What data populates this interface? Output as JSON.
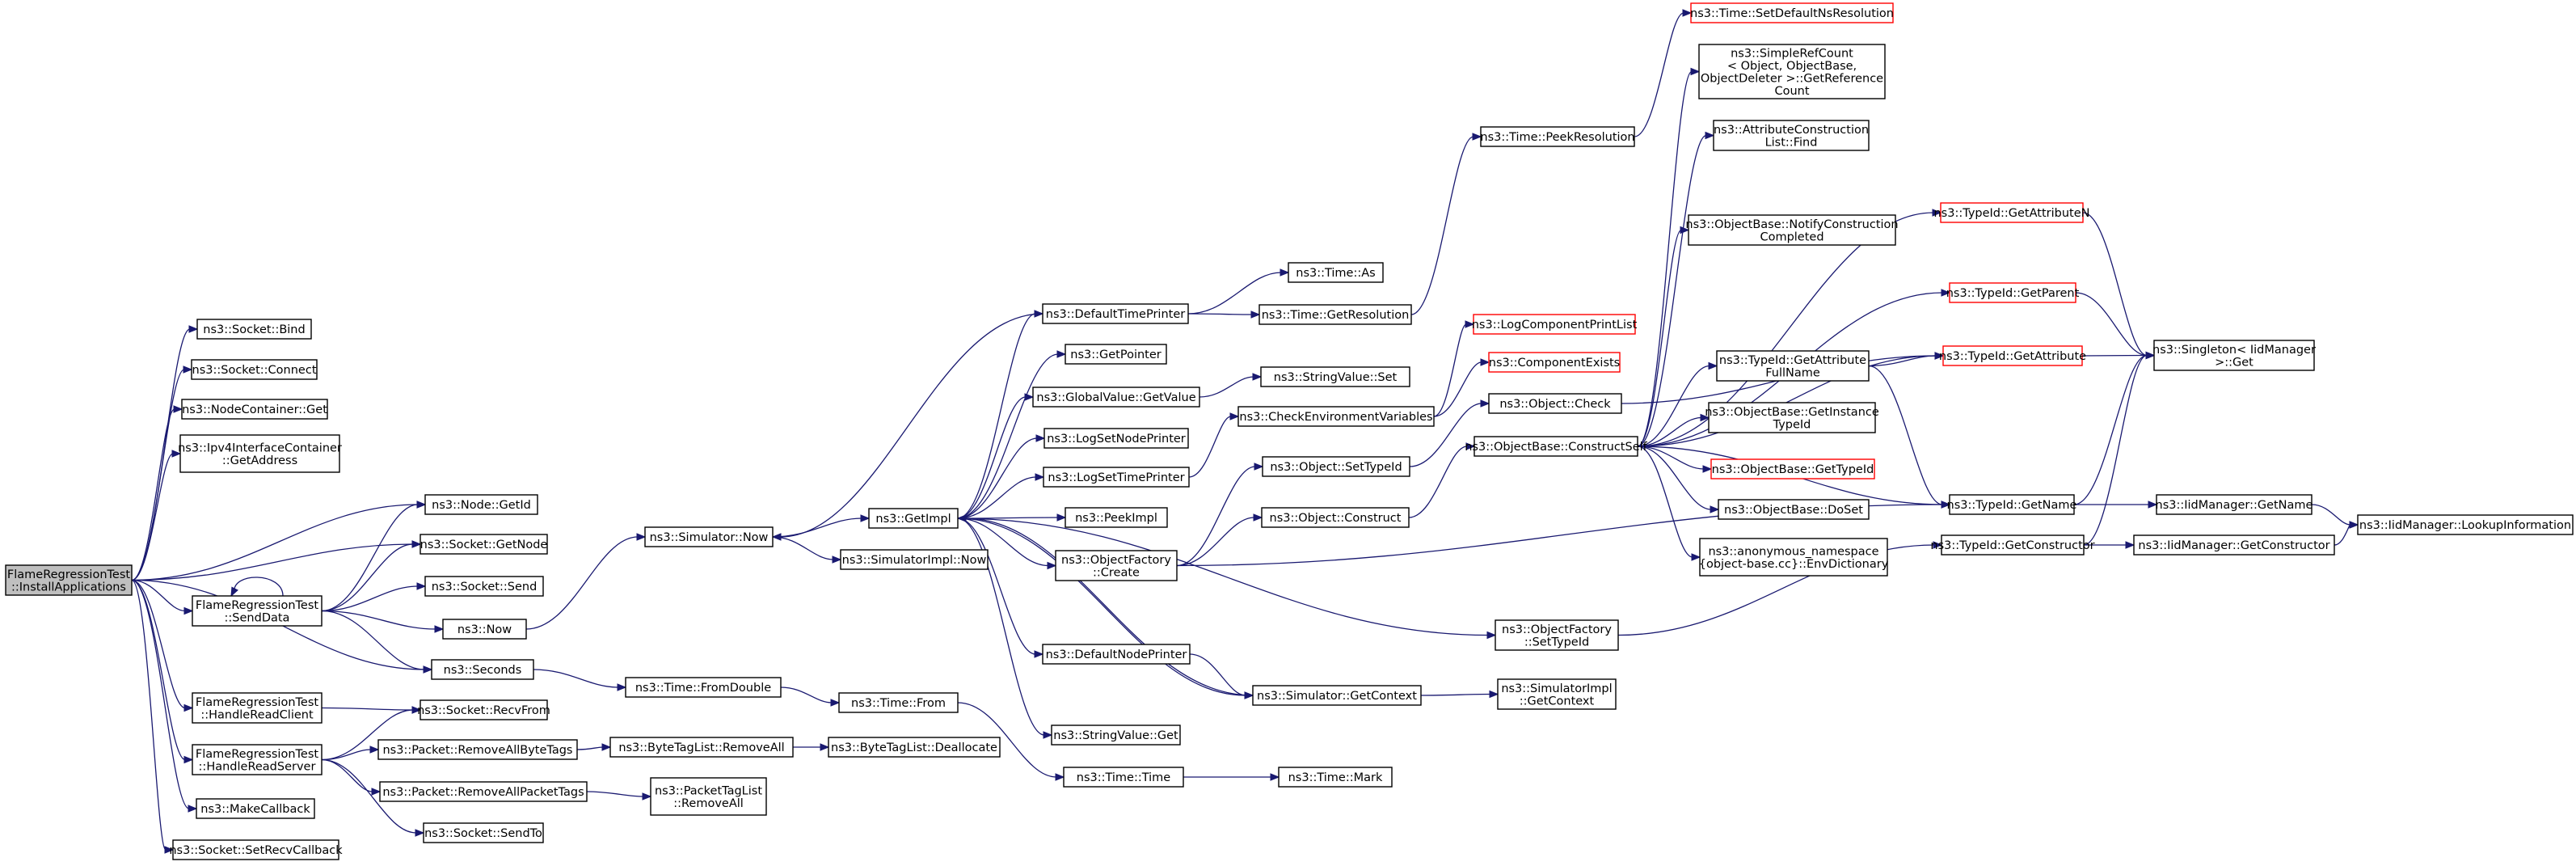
{
  "colors": {
    "edge": "#191970",
    "root_fill": "#bfbfbf",
    "node_border": "#000000",
    "truncated_border": "#ff0000"
  },
  "nodes": {
    "root": [
      "FlameRegressionTest",
      "::InstallApplications"
    ],
    "bind": [
      "ns3::Socket::Bind"
    ],
    "connect": [
      "ns3::Socket::Connect"
    ],
    "nc_get": [
      "ns3::NodeContainer::Get"
    ],
    "ipv4_get": [
      "ns3::Ipv4InterfaceContainer",
      "::GetAddress"
    ],
    "node_getid": [
      "ns3::Node::GetId"
    ],
    "sock_getnode": [
      "ns3::Socket::GetNode"
    ],
    "sock_send": [
      "ns3::Socket::Send"
    ],
    "senddata": [
      "FlameRegressionTest",
      "::SendData"
    ],
    "now": [
      "ns3::Now"
    ],
    "seconds": [
      "ns3::Seconds"
    ],
    "readclient": [
      "FlameRegressionTest",
      "::HandleReadClient"
    ],
    "recvfrom": [
      "ns3::Socket::RecvFrom"
    ],
    "readserver": [
      "FlameRegressionTest",
      "::HandleReadServer"
    ],
    "rm_bytetags": [
      "ns3::Packet::RemoveAllByteTags"
    ],
    "rm_packettags": [
      "ns3::Packet::RemoveAllPacketTags"
    ],
    "makecallback": [
      "ns3::MakeCallback"
    ],
    "sendto": [
      "ns3::Socket::SendTo"
    ],
    "setrecvcb": [
      "ns3::Socket::SetRecvCallback"
    ],
    "sim_now": [
      "ns3::Simulator::Now"
    ],
    "fromdouble": [
      "ns3::Time::FromDouble"
    ],
    "btl_removeall": [
      "ns3::ByteTagList::RemoveAll"
    ],
    "ptl_removeall": [
      "ns3::PacketTagList",
      "::RemoveAll"
    ],
    "getimpl": [
      "ns3::GetImpl"
    ],
    "simimpl_now": [
      "ns3::SimulatorImpl::Now"
    ],
    "time_from": [
      "ns3::Time::From"
    ],
    "btl_dealloc": [
      "ns3::ByteTagList::Deallocate"
    ],
    "time_time": [
      "ns3::Time::Time"
    ],
    "defaulttimeprinter": [
      "ns3::DefaultTimePrinter"
    ],
    "getpointer": [
      "ns3::GetPointer"
    ],
    "gv_getvalue": [
      "ns3::GlobalValue::GetValue"
    ],
    "logsetnodeprinter": [
      "ns3::LogSetNodePrinter"
    ],
    "logsettimeprinter": [
      "ns3::LogSetTimePrinter"
    ],
    "peekimpl": [
      "ns3::PeekImpl"
    ],
    "of_create": [
      "ns3::ObjectFactory",
      "::Create"
    ],
    "defaultnodeprinter": [
      "ns3::DefaultNodePrinter"
    ],
    "sv_get": [
      "ns3::StringValue::Get"
    ],
    "time_as": [
      "ns3::Time::As"
    ],
    "time_getres": [
      "ns3::Time::GetResolution"
    ],
    "time_mark": [
      "ns3::Time::Mark"
    ],
    "sv_set": [
      "ns3::StringValue::Set"
    ],
    "checkenv": [
      "ns3::CheckEnvironmentVariables"
    ],
    "obj_settypeid": [
      "ns3::Object::SetTypeId"
    ],
    "obj_construct": [
      "ns3::Object::Construct"
    ],
    "sim_getcontext": [
      "ns3::Simulator::GetContext"
    ],
    "peekres": [
      "ns3::Time::PeekResolution"
    ],
    "setdefaultres": [
      "ns3::Time::SetDefaultNsResolution"
    ],
    "logcompprint": [
      "ns3::LogComponentPrintList"
    ],
    "compexists": [
      "ns3::ComponentExists"
    ],
    "obj_check": [
      "ns3::Object::Check"
    ],
    "ob_constructself": [
      "ns3::ObjectBase::ConstructSelf"
    ],
    "of_settypeid": [
      "ns3::ObjectFactory",
      "::SetTypeId"
    ],
    "simimpl_getcontext": [
      "ns3::SimulatorImpl",
      "::GetContext"
    ],
    "simplerefcount": [
      "ns3::SimpleRefCount",
      "< Object, ObjectBase,",
      "ObjectDeleter >::GetReference",
      "Count"
    ],
    "attrconslist": [
      "ns3::AttributeConstruction",
      "List::Find"
    ],
    "notifyconstr": [
      "ns3::ObjectBase::NotifyConstruction",
      "Completed"
    ],
    "tid_getattrfullname": [
      "ns3::TypeId::GetAttribute",
      "FullName"
    ],
    "ob_getinstancetid": [
      "ns3::ObjectBase::GetInstance",
      "TypeId"
    ],
    "ob_gettypeid": [
      "ns3::ObjectBase::GetTypeId"
    ],
    "ob_doset": [
      "ns3::ObjectBase::DoSet"
    ],
    "envdict": [
      "ns3::anonymous_namespace",
      "{object-base.cc}::EnvDictionary"
    ],
    "tid_getattrn": [
      "ns3::TypeId::GetAttributeN"
    ],
    "tid_getparent": [
      "ns3::TypeId::GetParent"
    ],
    "tid_getattr": [
      "ns3::TypeId::GetAttribute"
    ],
    "tid_getname": [
      "ns3::TypeId::GetName"
    ],
    "tid_getconstructor": [
      "ns3::TypeId::GetConstructor"
    ],
    "singleton_get": [
      "ns3::Singleton< IidManager",
      " >::Get"
    ],
    "iid_getname": [
      "ns3::IidManager::GetName"
    ],
    "iid_getconstructor": [
      "ns3::IidManager::GetConstructor"
    ],
    "iid_lookup": [
      "ns3::IidManager::LookupInformation"
    ]
  }
}
